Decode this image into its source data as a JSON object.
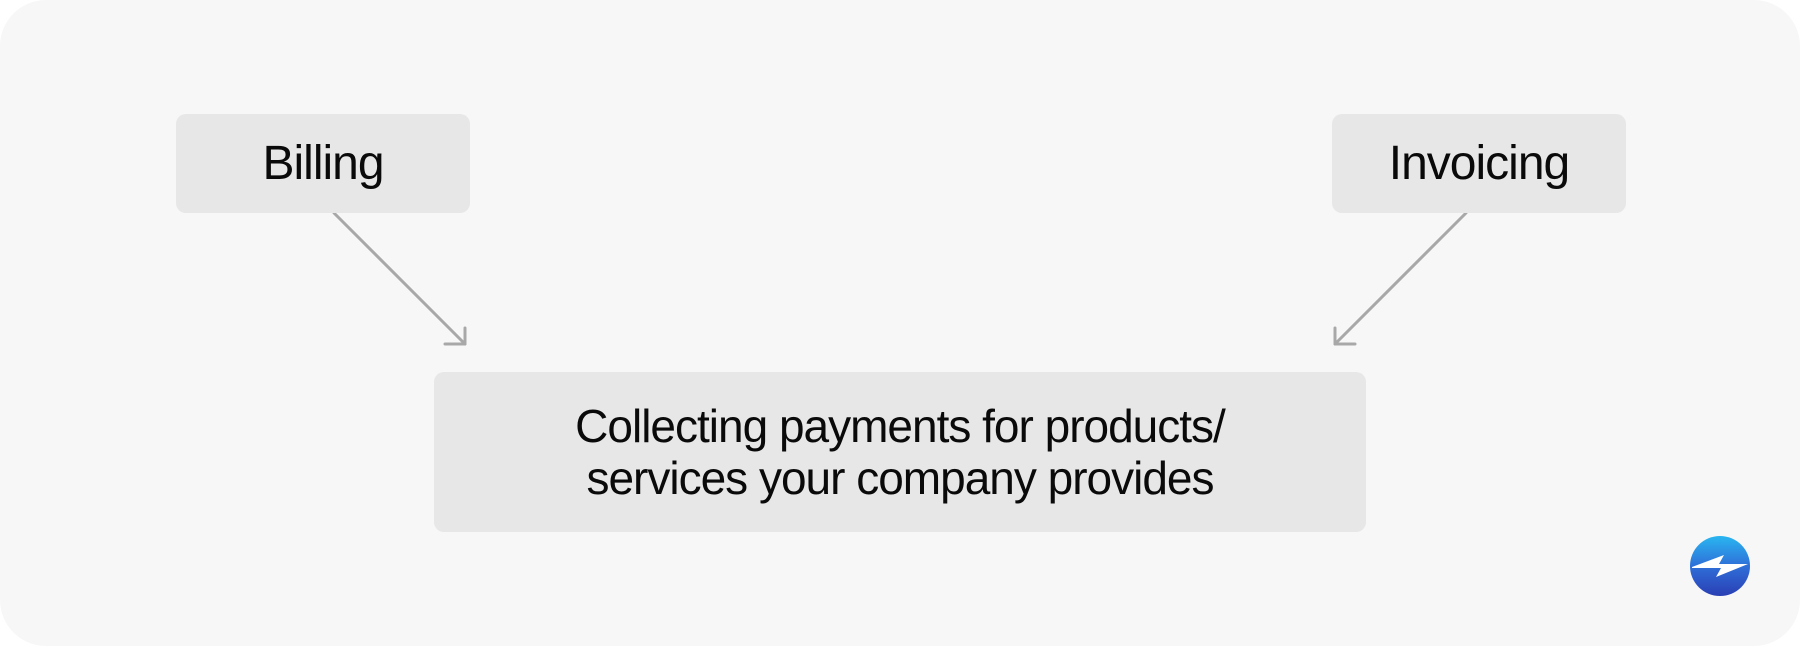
{
  "diagram": {
    "nodes": {
      "billing": {
        "label": "Billing"
      },
      "invoicing": {
        "label": "Invoicing"
      },
      "definition": {
        "line1": "Collecting payments for products/",
        "line2": "services your company provides"
      }
    },
    "edges": [
      {
        "from": "billing",
        "to": "definition"
      },
      {
        "from": "invoicing",
        "to": "definition"
      }
    ]
  },
  "colors": {
    "canvas": "#f7f7f7",
    "box": "#e7e7e7",
    "text": "#0a0a0a",
    "arrow": "#a8a8a8",
    "logo_top": "#29b6f0",
    "logo_bottom": "#2a3fb4"
  },
  "logo": {
    "icon": "bolt-circle-logo"
  }
}
